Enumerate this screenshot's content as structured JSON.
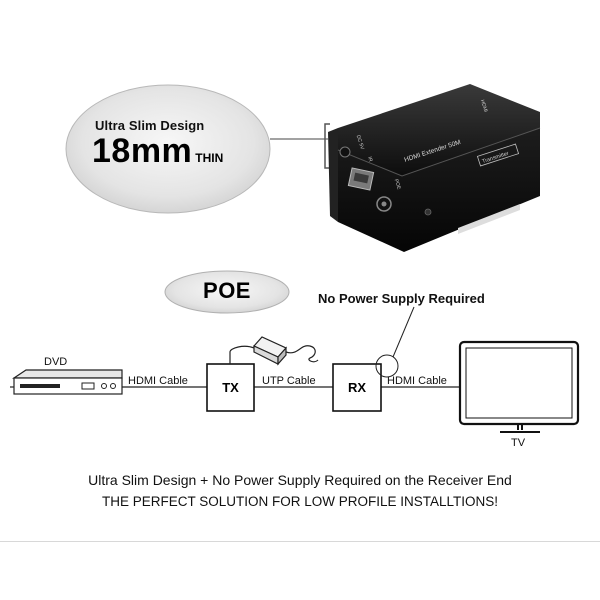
{
  "callout": {
    "line1": "Ultra Slim Design",
    "size": "18mm",
    "suffix": "THIN"
  },
  "device": {
    "model_text": "HDMI Extender 50M",
    "badge": "Transmitter",
    "port_labels": [
      "HDMI",
      "DC 5V",
      "IR",
      "POE"
    ]
  },
  "poe_label": "POE",
  "no_power_label": "No Power Supply Required",
  "nodes": {
    "dvd": "DVD",
    "tx": "TX",
    "rx": "RX",
    "tv": "TV"
  },
  "links": {
    "dvd_tx": "HDMI Cable",
    "tx_rx": "UTP Cable",
    "rx_tv": "HDMI Cable"
  },
  "caption": {
    "line1": "Ultra Slim Design + No Power Supply Required on the Receiver End",
    "line2": "THE PERFECT SOLUTION FOR LOW PROFILE INSTALLTIONS!"
  }
}
